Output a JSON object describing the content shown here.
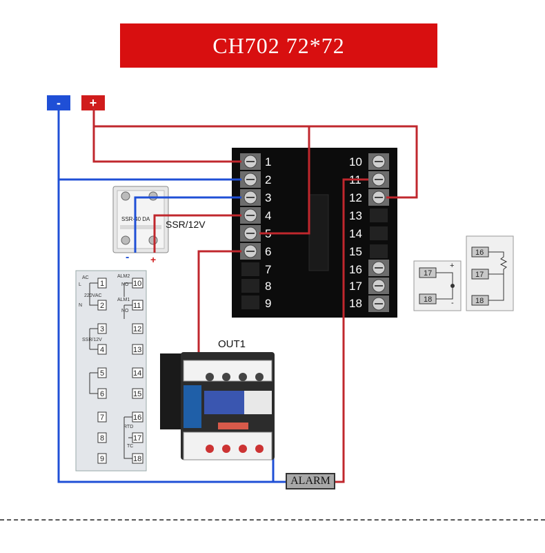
{
  "title": "CH702  72*72",
  "power": {
    "negative": "-",
    "positive": "+"
  },
  "terminals_left": [
    "1",
    "2",
    "3",
    "4",
    "5",
    "6",
    "7",
    "8",
    "9"
  ],
  "terminals_right": [
    "10",
    "11",
    "12",
    "13",
    "14",
    "15",
    "16",
    "17",
    "18"
  ],
  "ssr": {
    "label": "SSR/12V",
    "minus": "-",
    "plus": "+",
    "model": "SSR-40 DA"
  },
  "contactor": {
    "label": "OUT1"
  },
  "alarm": {
    "label": "ALARM"
  },
  "panel_labels": {
    "ac": "AC",
    "l": "L",
    "n": "N",
    "vac": "220VAC",
    "alm2": "ALM2",
    "alm1": "ALM1",
    "no": "NO",
    "ssr12": "SSR/12V",
    "rtd": "RTD",
    "tc": "TC"
  },
  "thermocouple_terminals": [
    "17",
    "18"
  ],
  "rtd_terminals": [
    "16",
    "17",
    "18"
  ],
  "colors": {
    "title_bg": "#d80f10",
    "wire_red": "#c0272d",
    "wire_blue": "#1f4fd6",
    "controller": "#0c0c0c"
  }
}
